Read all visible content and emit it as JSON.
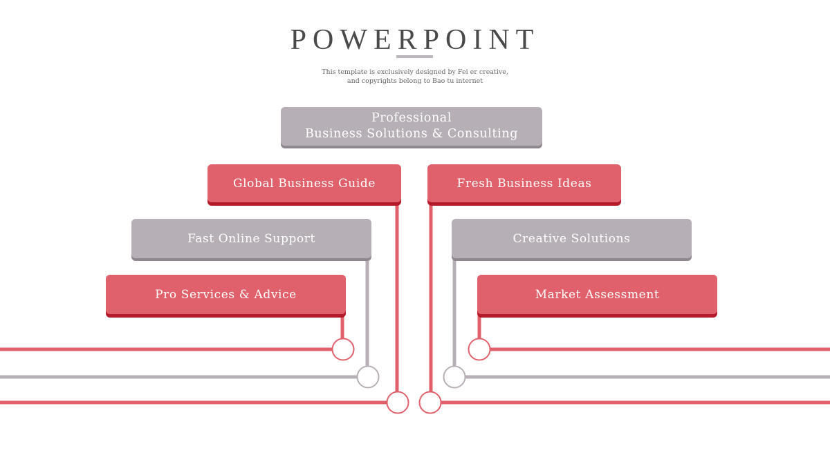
{
  "header": {
    "title": "POWERPOINT",
    "subtitle_line1": "This template is exclusively designed by Fei er creative,",
    "subtitle_line2": "and copyrights belong to Bao tu internet"
  },
  "diagram": {
    "root": {
      "line1": "Professional",
      "line2": "Business Solutions & Consulting"
    },
    "left": [
      {
        "label": "Global Business Guide",
        "style": "red"
      },
      {
        "label": "Fast Online Support",
        "style": "gray"
      },
      {
        "label": "Pro Services & Advice",
        "style": "red"
      }
    ],
    "right": [
      {
        "label": "Fresh Business Ideas",
        "style": "red"
      },
      {
        "label": "Creative Solutions",
        "style": "gray"
      },
      {
        "label": "Market Assessment",
        "style": "red"
      }
    ]
  },
  "colors": {
    "red": "#e0606b",
    "red_shadow": "#b51a2a",
    "gray": "#b6b0b6",
    "gray_shadow": "#8f898f"
  }
}
